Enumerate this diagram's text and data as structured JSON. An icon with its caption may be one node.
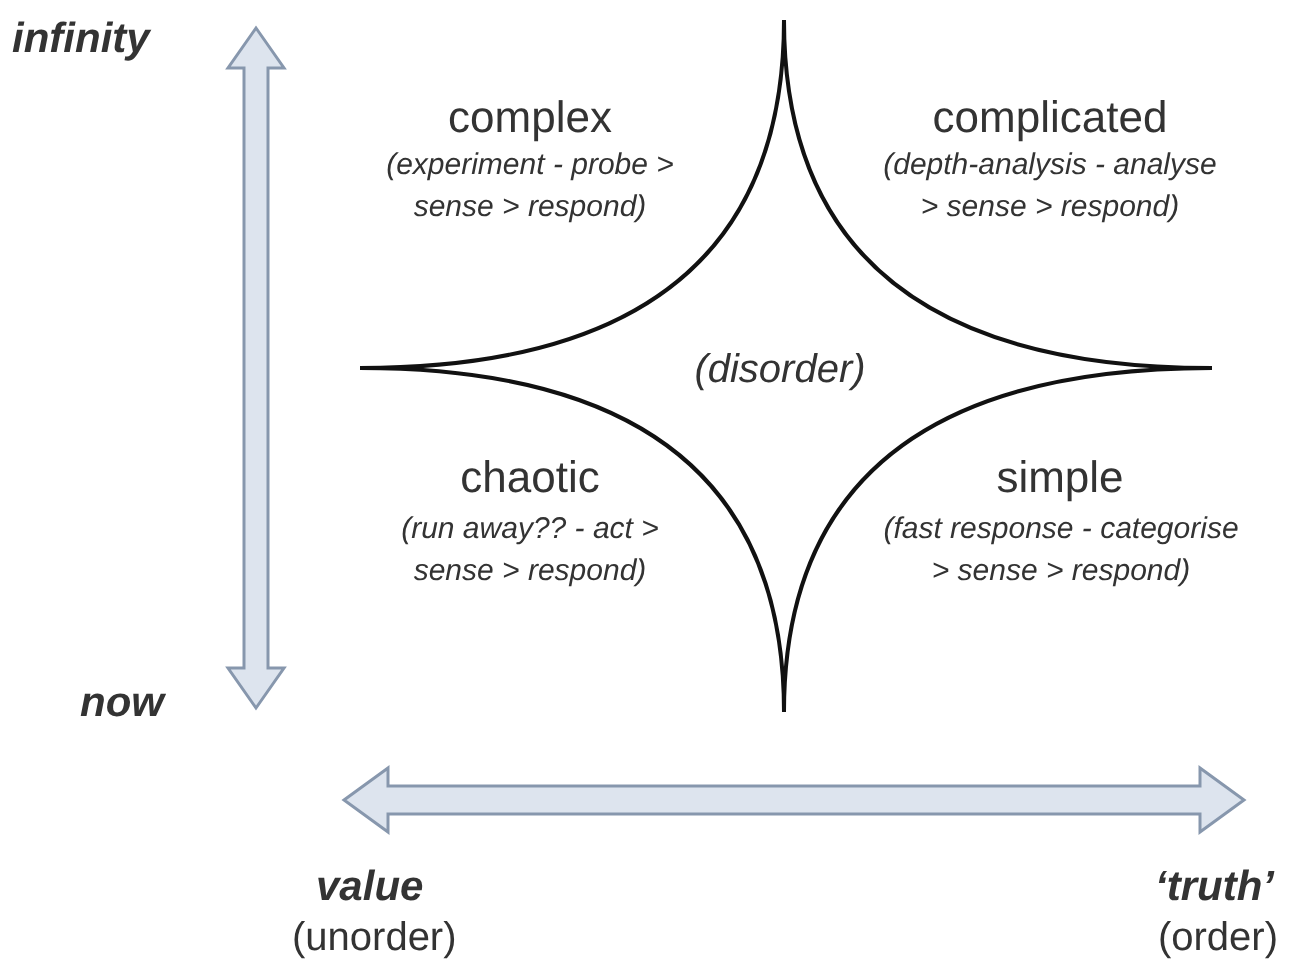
{
  "diagram": {
    "labels": [
      "infinity",
      "complex",
      "(experiment - probe > sense > respond)",
      "complicated",
      "(depth-analysis - analyse > sense > respond)",
      "(disorder)",
      "chaotic",
      "(run away?? - act > sense > respond)",
      "simple",
      "(fast response - categorise > sense > respond)",
      "now",
      "value",
      "‘truth’",
      "(unorder)",
      "(order)"
    ]
  }
}
